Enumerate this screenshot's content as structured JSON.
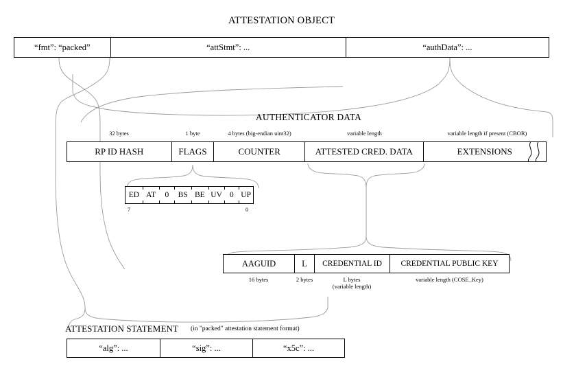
{
  "diagram": {
    "title": "ATTESTATION OBJECT",
    "attestation_object": {
      "fields": [
        {
          "label": "“fmt”: “packed”"
        },
        {
          "label": "“attStmt”: ..."
        },
        {
          "label": "“authData”: ..."
        }
      ]
    },
    "authenticator_data": {
      "title": "AUTHENTICATOR DATA",
      "fields": [
        {
          "label": "RP ID HASH",
          "size": "32 bytes"
        },
        {
          "label": "FLAGS",
          "size": "1 byte"
        },
        {
          "label": "COUNTER",
          "size": "4 bytes (big-endian uint32)"
        },
        {
          "label": "ATTESTED CRED. DATA",
          "size": "variable length"
        },
        {
          "label": "EXTENSIONS",
          "size": "variable length if present (CBOR)"
        }
      ]
    },
    "flags_byte": {
      "bits": [
        "ED",
        "AT",
        "0",
        "BS",
        "BE",
        "UV",
        "0",
        "UP"
      ],
      "msb_index": "7",
      "lsb_index": "0"
    },
    "attested_credential_data": {
      "fields": [
        {
          "label": "AAGUID",
          "size": "16 bytes"
        },
        {
          "label": "L",
          "size": "2 bytes"
        },
        {
          "label": "CREDENTIAL ID",
          "size": "L bytes",
          "size2": "(variable length)"
        },
        {
          "label": "CREDENTIAL PUBLIC KEY",
          "size": "variable length (COSE_Key)"
        }
      ]
    },
    "attestation_statement": {
      "title": "ATTESTATION STATEMENT",
      "note": "(in \"packed\" attestation statement format)",
      "fields": [
        {
          "label": "“alg”: ..."
        },
        {
          "label": "“sig”: ..."
        },
        {
          "label": "“x5c”: ..."
        }
      ]
    },
    "colors": {
      "box_stroke": "#000000",
      "brace_stroke": "#9a9a9a",
      "background": "#ffffff"
    }
  }
}
